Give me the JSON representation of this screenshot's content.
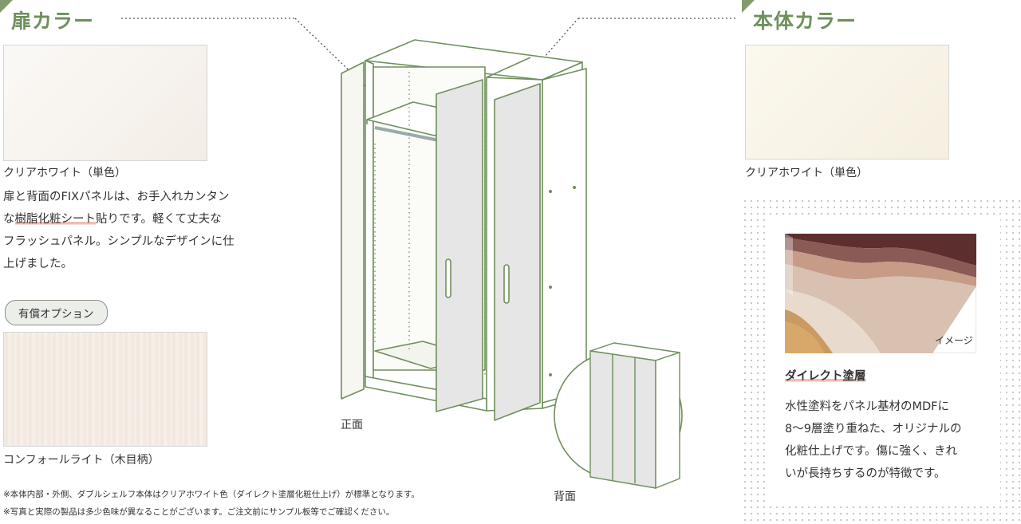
{
  "door_color": {
    "title": "扉カラー",
    "swatch1_name": "クリアホワイト（単色）",
    "desc_line1": "扉と背面のFIXパネルは、お手入れカンタン",
    "desc_line2_pre": "な",
    "desc_line2_highlight": "樹脂化粧シート",
    "desc_line2_post": "貼りです。軽くて丈夫な",
    "desc_line3": "フラッシュパネル。シンプルなデザインに仕",
    "desc_line4": "上げました。",
    "option_badge": "有償オプション",
    "swatch2_name": "コンフォールライト（木目柄）"
  },
  "body_color": {
    "title": "本体カラー",
    "swatch_name": "クリアホワイト（単色）",
    "image_label": "イメージ",
    "feature_title": "ダイレクト塗層",
    "feature_line1": "水性塗料をパネル基材のMDFに",
    "feature_line2": "8〜9層塗り重ねた、オリジナルの",
    "feature_line3": "化粧仕上げです。傷に強く、きれ",
    "feature_line4": "いが長持ちするのが特徴です。"
  },
  "diagram": {
    "front_label": "正面",
    "back_label": "背面"
  },
  "notes": {
    "note1": "※本体内部・外側、ダブルシェルフ本体はクリアホワイト色（ダイレクト塗層化粧仕上げ）が標準となります。",
    "note2": "※写真と実際の製品は多少色味が異なることがございます。ご注文前にサンプル板等でご確認ください。"
  },
  "colors": {
    "accent_green": "#6f8f5c",
    "highlight_pink": "#f2bcb0",
    "swatch_white": "#f8f3ec",
    "swatch_body": "#f9f4e6"
  }
}
